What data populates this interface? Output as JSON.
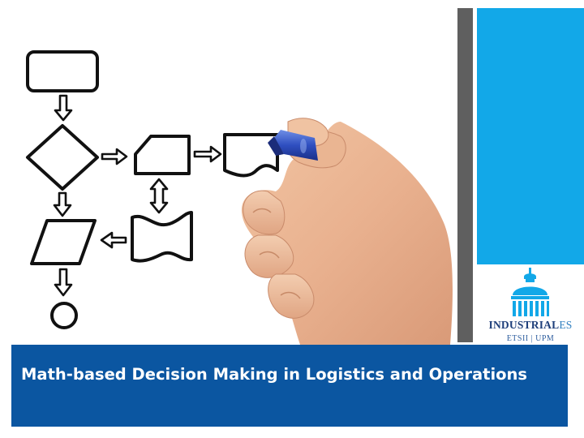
{
  "slide": {
    "title": "Math-based Decision Making in Logistics and Operations",
    "colors": {
      "title_band": "#0b56a1",
      "accent_panel": "#12a8e8",
      "divider_bar": "#5f5f5f",
      "title_text": "#ffffff"
    }
  },
  "logo": {
    "name_main": "INDUSTRIAL",
    "name_suffix": "ES",
    "subtitle": "ETSII | UPM",
    "icon": "dome-building-icon"
  },
  "illustration": {
    "description_icon": "flowchart-hand-icon",
    "shapes": [
      "process-box",
      "decision-diamond",
      "preparation-shape",
      "document-shape",
      "tape-shape",
      "parallelogram",
      "terminal-circle"
    ]
  }
}
